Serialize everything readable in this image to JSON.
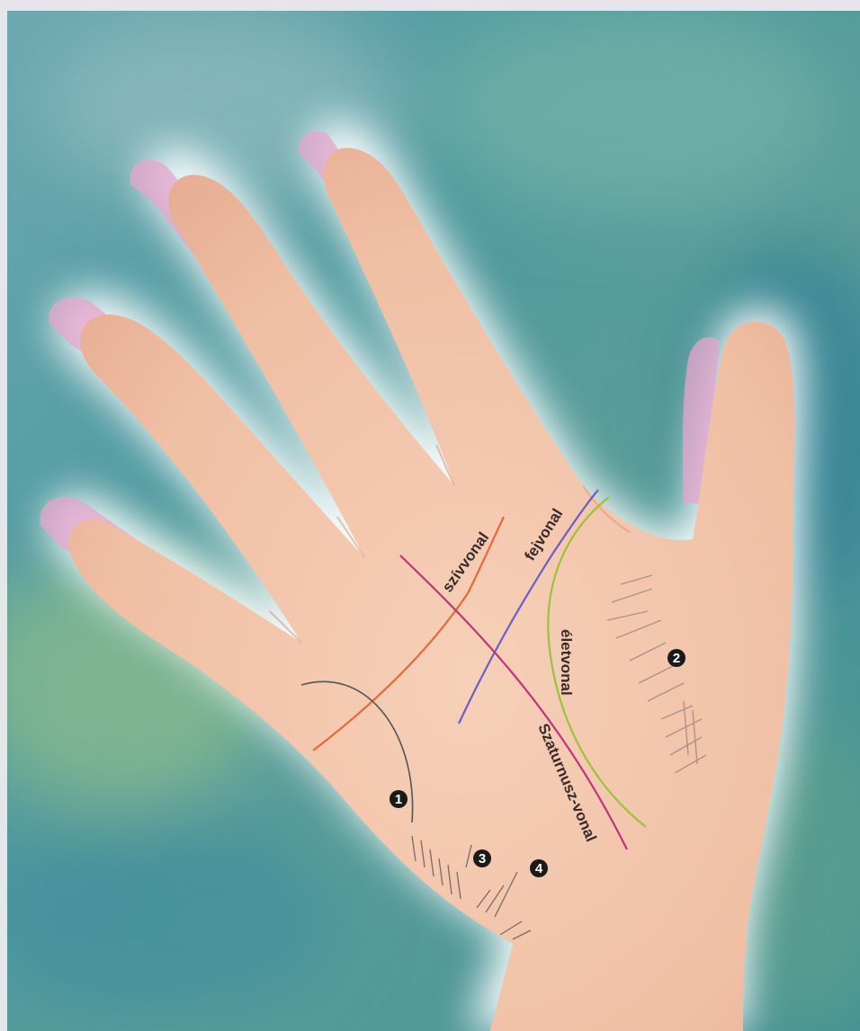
{
  "labels": {
    "heart_line": "szívvonal",
    "head_line": "fejvonal",
    "life_line": "életvonal",
    "saturn_line": "Szaturnusz-vonal"
  },
  "markers": {
    "m1": "1",
    "m2": "2",
    "m3": "3",
    "m4": "4"
  },
  "colors": {
    "heart_line": "#e8683a",
    "head_line": "#6b5fc7",
    "life_line": "#9cc23a",
    "saturn_line": "#c2337a",
    "arc_line": "#555555",
    "skin": "#f2c2a8",
    "glow": "#ffffff",
    "background": "#4f9aa0"
  }
}
